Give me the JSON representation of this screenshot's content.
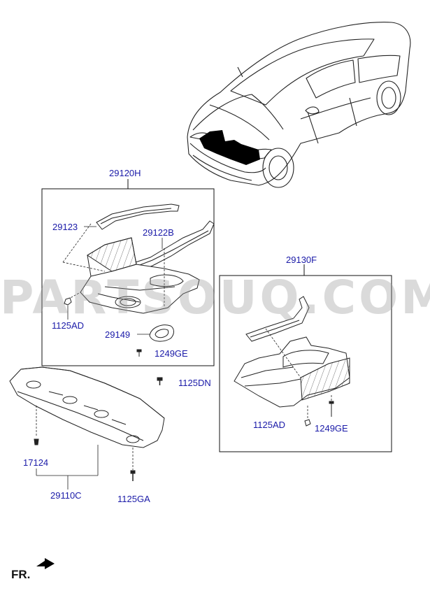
{
  "watermark": "PARTSOUQ.COM",
  "orientation": "FR.",
  "labels": {
    "assy_left": "29120H",
    "bracket_left": "29123",
    "bracket_mid": "29122B",
    "bolt_left": "1125AD",
    "plug": "29149",
    "screw_left": "1249GE",
    "bolt_dn": "1125DN",
    "assy_right": "29130F",
    "bolt_right": "1125AD",
    "screw_right": "1249GE",
    "clip": "17124",
    "panel_front": "29110C",
    "bolt_ga": "1125GA"
  },
  "colors": {
    "label": "#1a1aa8",
    "line": "#111111",
    "accent_black": "#000000"
  }
}
